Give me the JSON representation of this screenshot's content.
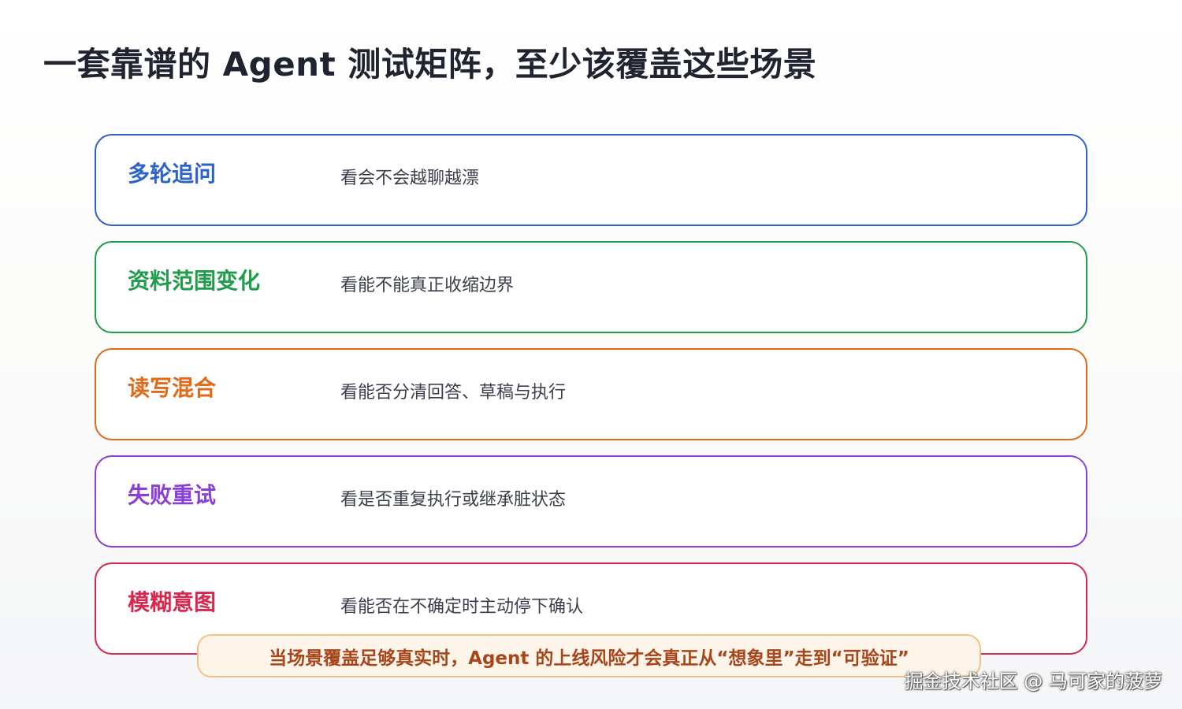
{
  "title": "一套靠谱的 Agent 测试矩阵，至少该覆盖这些场景",
  "cards": [
    {
      "label": "多轮追问",
      "desc": "看会不会越聊越漂",
      "color": "#2c63c9"
    },
    {
      "label": "资料范围变化",
      "desc": "看能不能真正收缩边界",
      "color": "#1f9d4a"
    },
    {
      "label": "读写混合",
      "desc": "看能否分清回答、草稿与执行",
      "color": "#e06a1a"
    },
    {
      "label": "失败重试",
      "desc": "看是否重复执行或继承脏状态",
      "color": "#8a3fd6"
    },
    {
      "label": "模糊意图",
      "desc": "看能否在不确定时主动停下确认",
      "color": "#d8284f"
    }
  ],
  "conclusion": "当场景覆盖足够真实时，Agent 的上线风险才会真正从“想象里”走到“可验证”",
  "watermark": "掘金技术社区 @ 马可家的菠萝"
}
